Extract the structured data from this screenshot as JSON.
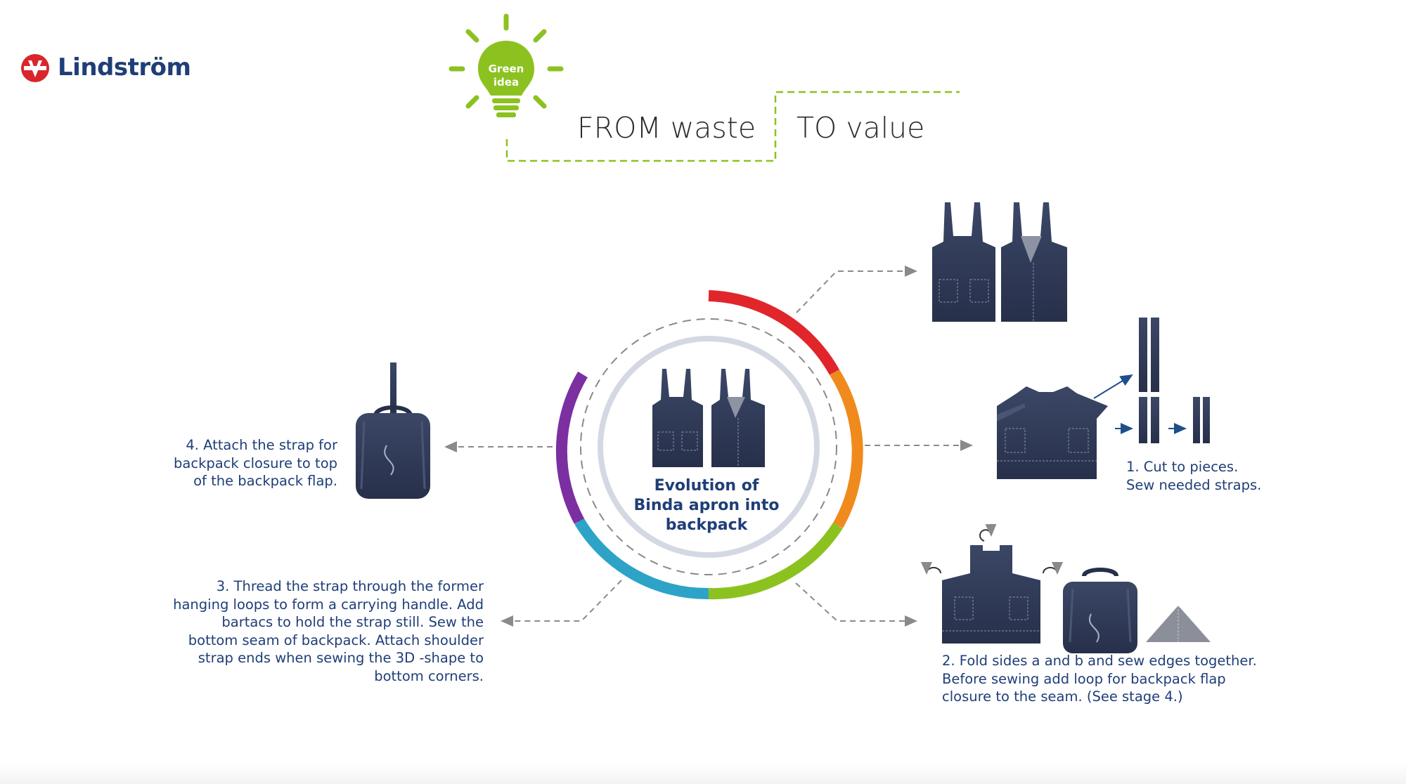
{
  "brand": {
    "name": "Lindström",
    "accent": "#d9262c",
    "navy": "#1f3e78"
  },
  "bulb": {
    "line1": "Green",
    "line2": "idea",
    "color": "#8cc21f"
  },
  "headline": {
    "from": "FROM waste",
    "to": "TO value"
  },
  "center": {
    "line1": "Evolution of",
    "line2": "Binda apron into",
    "line3": "backpack"
  },
  "ring_colors": [
    "#e1262b",
    "#f08a1c",
    "#8cc21f",
    "#2da3c8",
    "#7b2fa1"
  ],
  "steps": {
    "step1": {
      "line1": "1. Cut to pieces.",
      "line2": "Sew needed straps."
    },
    "step2": {
      "line1": "2. Fold sides a and b and sew edges together.",
      "line2": "Before sewing add loop for backpack flap",
      "line3": "closure to the seam. (See stage 4.)"
    },
    "step3": {
      "line1": "3. Thread the strap through the former",
      "line2": "hanging loops to form a carrying handle. Add",
      "line3": "bartacs to hold the strap still. Sew the",
      "line4": "bottom seam of backpack. Attach shoulder",
      "line5": "strap ends when sewing the 3D -shape to",
      "line6": "bottom corners."
    },
    "step4": {
      "line1": "4. Attach the strap for",
      "line2": "backpack closure to top",
      "line3": "of the backpack flap."
    }
  },
  "icons": {
    "logo": "lindstrom-logo-icon",
    "bulb": "lightbulb-icon",
    "apron": "apron-icon",
    "backpack": "backpack-icon"
  }
}
